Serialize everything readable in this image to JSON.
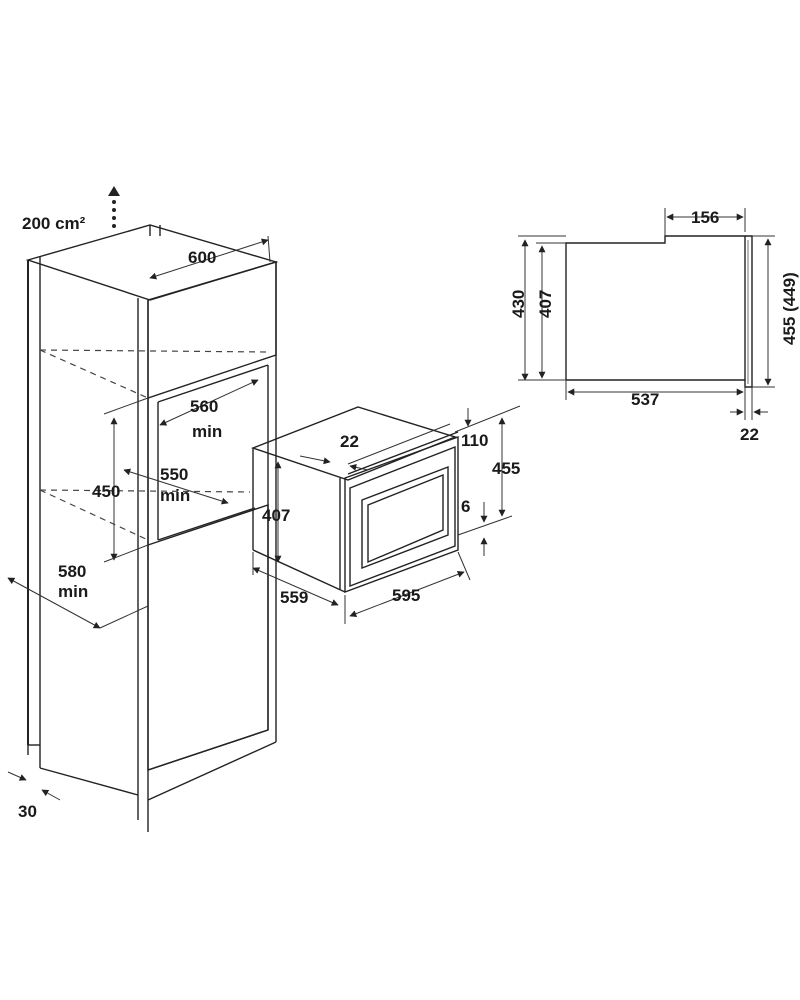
{
  "labels": {
    "vent_area": "200 cm²",
    "cabinet_width": "600",
    "niche_width": "560",
    "niche_width_min": "min",
    "niche_height": "450",
    "niche_depth": "550",
    "niche_depth_min": "min",
    "cabinet_depth": "580",
    "cabinet_depth_min": "min",
    "plinth_gap": "30",
    "front_panel_offset": "22",
    "top_gap": "110",
    "appliance_height": "455",
    "body_height": "407",
    "bottom_gap": "6",
    "body_depth": "559",
    "front_width": "595",
    "side_top_depth": "156",
    "side_front_height": "430",
    "side_body_height": "407",
    "side_total_height": "455 (449)",
    "side_depth": "537",
    "side_front_thickness": "22"
  }
}
